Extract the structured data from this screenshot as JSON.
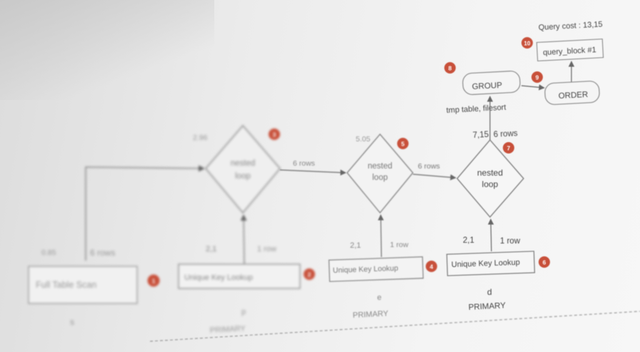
{
  "header": {
    "query_cost": "Query cost : 13,15"
  },
  "colors": {
    "badge": "#c8503a",
    "line": "#6b6b6b",
    "box_border": "#888888",
    "diamond_border": "#8a8a8a"
  },
  "nodes": {
    "query_block": {
      "label": "query_block #1",
      "badge": "10"
    },
    "group": {
      "label": "GROUP",
      "badge": "8",
      "note": "tmp table, filesort"
    },
    "order": {
      "label": "ORDER",
      "badge": "9"
    },
    "loop1": {
      "label1": "nested",
      "label2": "loop",
      "badge": "3",
      "cost": "2.96"
    },
    "loop2": {
      "label1": "nested",
      "label2": "loop",
      "badge": "5",
      "cost": "5.05"
    },
    "loop3": {
      "label1": "nested",
      "label2": "loop",
      "badge": "7",
      "cost": "7,15",
      "rows": "6 rows"
    },
    "table_s": {
      "label": "Full Table Scan",
      "badge": "1",
      "alias": "s",
      "cost": "0.85",
      "rows": "6 rows"
    },
    "table_p": {
      "label": "Unique Key Lookup",
      "badge": "2",
      "alias": "p",
      "key": "PRIMARY",
      "cost": "2,1",
      "rows": "1 row"
    },
    "table_e": {
      "label": "Unique Key Lookup",
      "badge": "4",
      "alias": "e",
      "key": "PRIMARY",
      "cost": "2,1",
      "rows": "1 row"
    },
    "table_d": {
      "label": "Unique Key Lookup",
      "badge": "6",
      "alias": "d",
      "key": "PRIMARY",
      "cost": "2,1",
      "rows": "1 row"
    }
  },
  "edges": {
    "e1_rows": "6 rows",
    "e2_rows": "6 rows"
  }
}
